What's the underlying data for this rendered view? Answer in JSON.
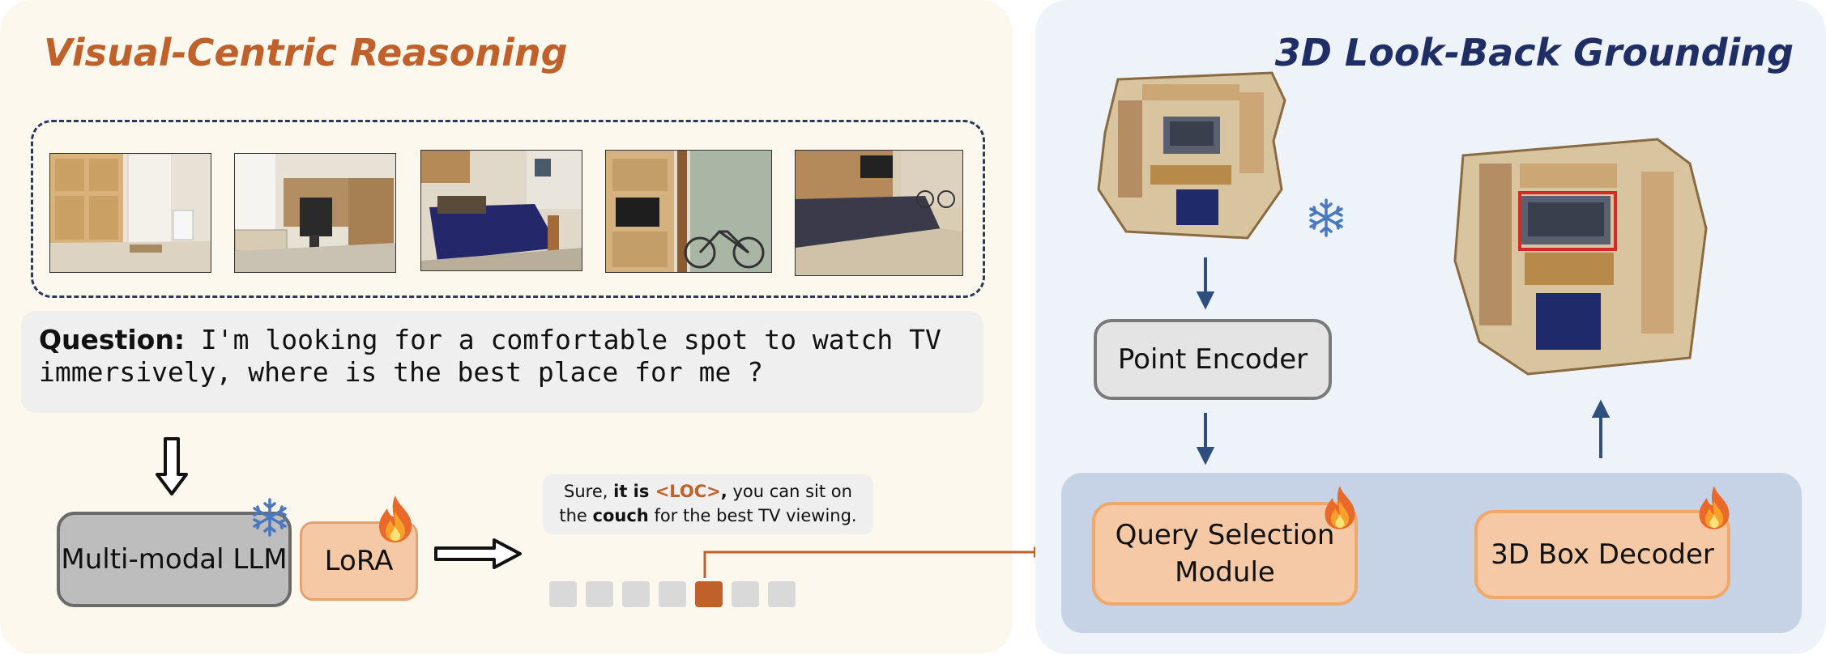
{
  "titles": {
    "left": "Visual-Centric Reasoning",
    "right": "3D Look-Back Grounding"
  },
  "frames": [
    {
      "icon": "hallway-door-frame"
    },
    {
      "icon": "office-desk-frame"
    },
    {
      "icon": "bedroom-frame"
    },
    {
      "icon": "tv-cabinet-bicycle-frame"
    },
    {
      "icon": "living-room-couch-frame"
    }
  ],
  "question": {
    "label": "Question:",
    "text": " I'm looking for a comfortable spot to watch TV immersively, where is the best place for me ?"
  },
  "modules": {
    "llm": "Multi-modal LLM",
    "lora": "LoRA",
    "point_encoder": "Point Encoder",
    "query_selection": "Query Selection Module",
    "box_decoder": "3D Box Decoder"
  },
  "answer": {
    "part1": "Sure,  ",
    "part2": "it is ",
    "loc": "<LOC>",
    "part3": ",",
    "part4": " you can sit on the ",
    "couch": "couch",
    "part5": " for the best TV viewing."
  },
  "tokens": {
    "count": 7,
    "active_index": 4
  },
  "icons": {
    "frozen": "snowflake-icon",
    "trainable": "flame-icon"
  },
  "colors": {
    "accent_orange": "#c0602a",
    "accent_navy": "#1f2f66",
    "arrow_blue": "#2f4f7f"
  }
}
